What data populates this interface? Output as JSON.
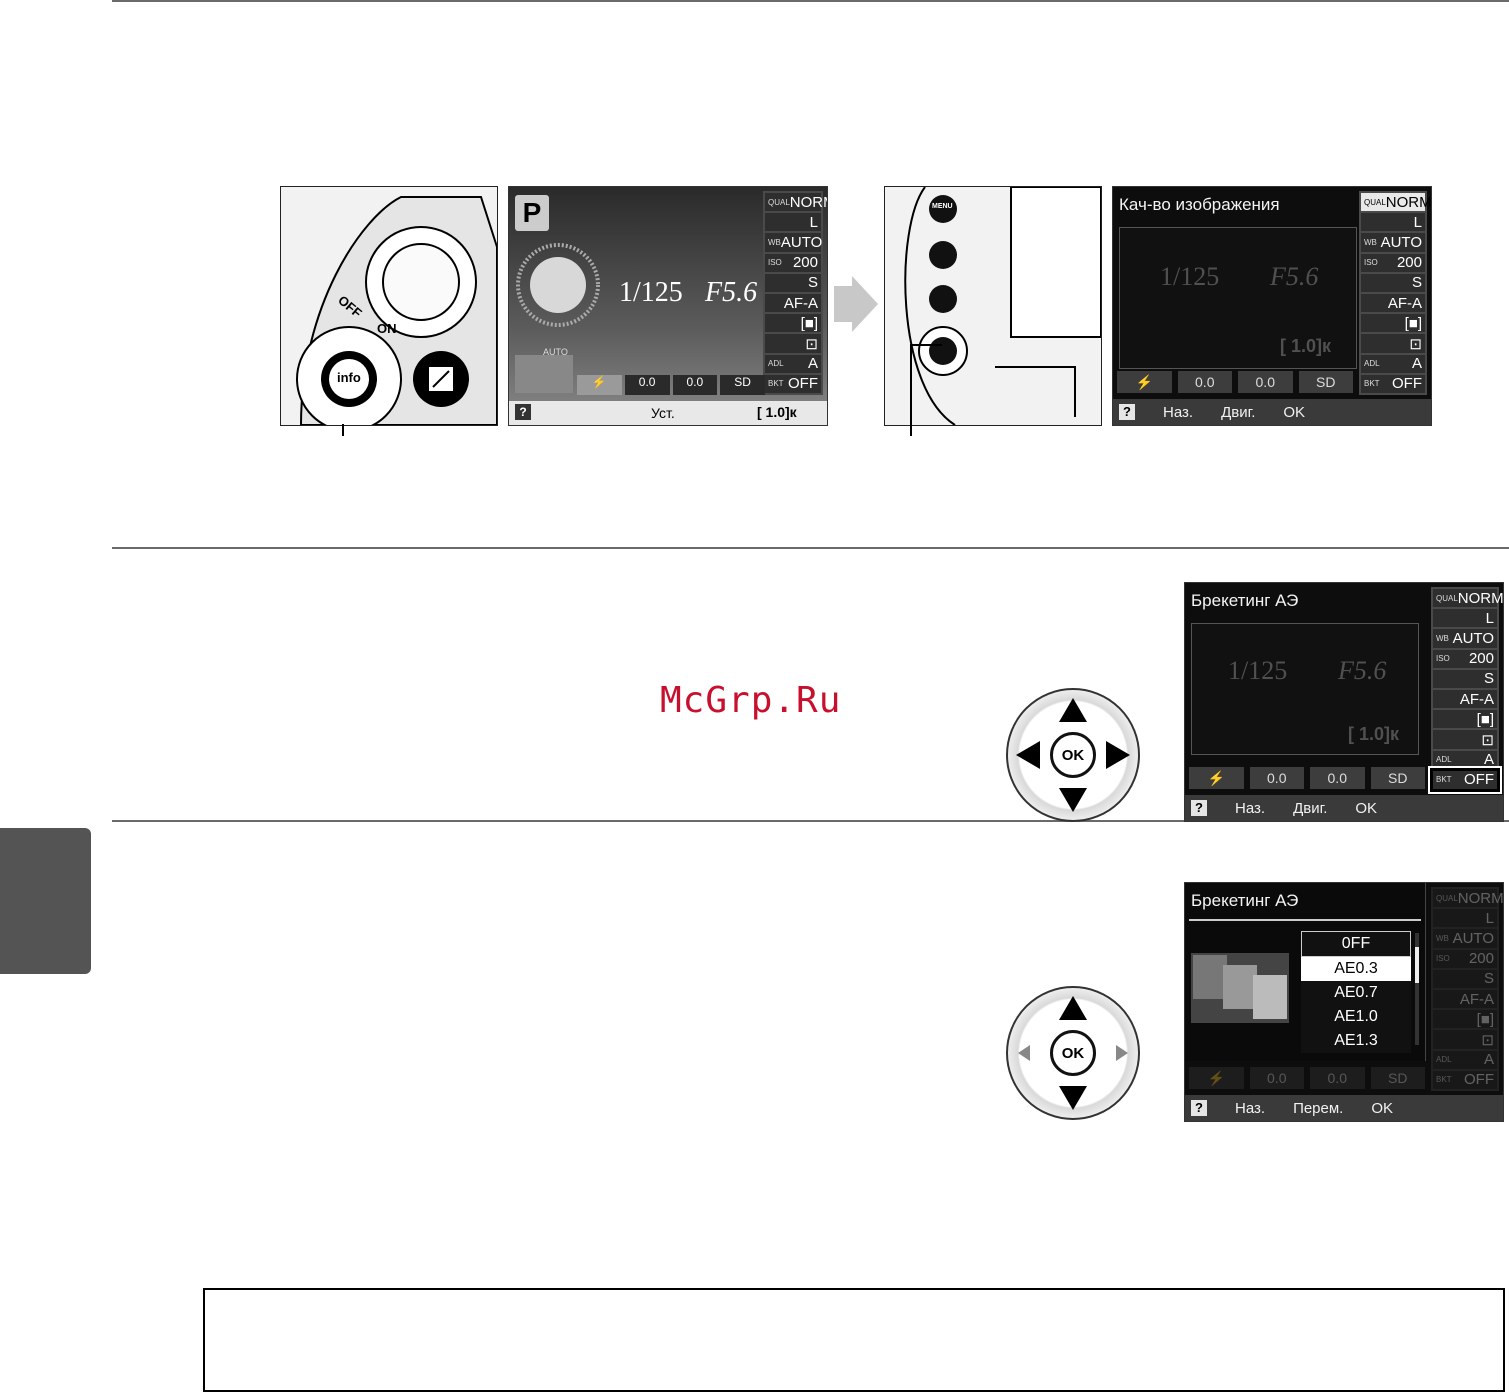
{
  "watermark": "McGrp.Ru",
  "screen_info": {
    "mode": "P",
    "shutter": "1/125",
    "aperture": "F5.6",
    "auto_label": "AUTO",
    "side": [
      {
        "label": "QUAL",
        "value": "NORM"
      },
      {
        "label": "",
        "value": "L"
      },
      {
        "label": "WB",
        "value": "AUTO"
      },
      {
        "label": "ISO",
        "value": "200"
      },
      {
        "label": "",
        "value": "S"
      },
      {
        "label": "",
        "value": "AF-A"
      },
      {
        "label": "",
        "value": "[■]"
      },
      {
        "label": "",
        "value": "⊡"
      },
      {
        "label": "ADL",
        "value": "A"
      },
      {
        "label": "BKT",
        "value": "OFF"
      }
    ],
    "stripe": [
      "⚡",
      "0.0",
      "0.0",
      "SD"
    ],
    "bottom": {
      "q": "?",
      "set": "Уст.",
      "frames": "[ 1.0]к"
    }
  },
  "screen_quality": {
    "title": "Кач-во изображения",
    "bottom": {
      "q": "?",
      "back": "Наз.",
      "move": "Двиг.",
      "ok": "OK"
    }
  },
  "screen_bkt": {
    "title": "Брекетинг АЭ",
    "bottom": {
      "q": "?",
      "back": "Наз.",
      "move": "Двиг.",
      "ok": "OK"
    }
  },
  "screen_bkt_menu": {
    "title": "Брекетинг АЭ",
    "options": [
      "0FF",
      "AE0.3",
      "AE0.7",
      "AE1.0",
      "AE1.3"
    ],
    "selected_index": 1,
    "bottom": {
      "q": "?",
      "back": "Наз.",
      "move": "Перем.",
      "ok": "OK"
    }
  },
  "camera_labels": {
    "off": "OFF",
    "on": "ON",
    "info": "info",
    "menu": "MENU"
  },
  "dpad": {
    "ok": "OK"
  }
}
